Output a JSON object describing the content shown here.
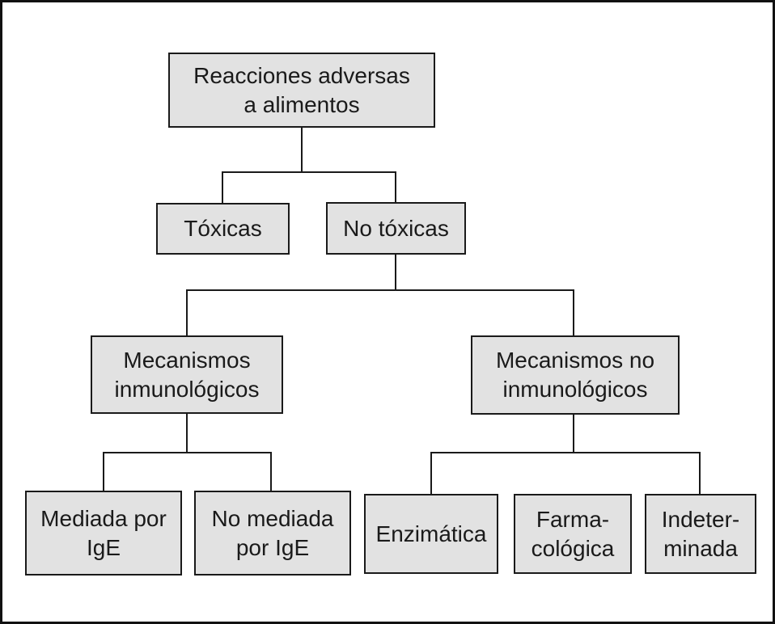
{
  "diagram": {
    "type": "tree-flowchart",
    "language": "es",
    "nodes": {
      "root": {
        "label": "Reacciones adversas\na alimentos"
      },
      "toxicas": {
        "label": "Tóxicas"
      },
      "no_toxicas": {
        "label": "No tóxicas"
      },
      "mecanismos_inmunologicos": {
        "label": "Mecanismos\ninmunológicos"
      },
      "mecanismos_no_inmunologicos": {
        "label": "Mecanismos no\ninmunológicos"
      },
      "mediada_por_ige": {
        "label": "Mediada por\nIgE"
      },
      "no_mediada_por_ige": {
        "label": "No mediada\npor IgE"
      },
      "enzimatica": {
        "label": "Enzimática"
      },
      "farmacologica": {
        "label": "Farma-\ncológica"
      },
      "indeterminada": {
        "label": "Indeter-\nminada"
      }
    },
    "structure": [
      {
        "parent": "Reacciones adversas a alimentos",
        "children": [
          "Tóxicas",
          "No tóxicas"
        ]
      },
      {
        "parent": "No tóxicas",
        "children": [
          "Mecanismos inmunológicos",
          "Mecanismos no inmunológicos"
        ]
      },
      {
        "parent": "Mecanismos inmunológicos",
        "children": [
          "Mediada por IgE",
          "No mediada por IgE"
        ]
      },
      {
        "parent": "Mecanismos no inmunológicos",
        "children": [
          "Enzimática",
          "Farmacológica",
          "Indeterminada"
        ]
      }
    ]
  },
  "colors": {
    "background": "#ffffff",
    "frame": "#111111",
    "box_fill": "#e2e2e2",
    "box_border": "#1a1a1a",
    "line": "#1a1a1a",
    "text": "#1a1a1a"
  }
}
